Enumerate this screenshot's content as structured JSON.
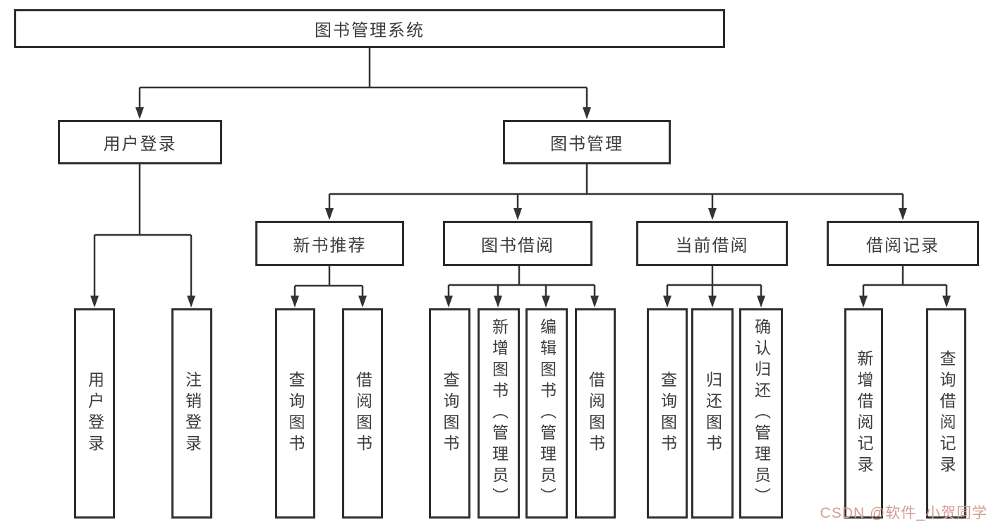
{
  "tree": {
    "label": "图书管理系统",
    "children": [
      {
        "label": "用户登录",
        "children": [
          {
            "label": "用户登录"
          },
          {
            "label": "注销登录"
          }
        ]
      },
      {
        "label": "图书管理",
        "children": [
          {
            "label": "新书推荐",
            "children": [
              {
                "label": "查询图书"
              },
              {
                "label": "借阅图书"
              }
            ]
          },
          {
            "label": "图书借阅",
            "children": [
              {
                "label": "查询图书"
              },
              {
                "label": "新增图书（管理员）"
              },
              {
                "label": "编辑图书（管理员）"
              },
              {
                "label": "借阅图书"
              }
            ]
          },
          {
            "label": "当前借阅",
            "children": [
              {
                "label": "查询图书"
              },
              {
                "label": "归还图书"
              },
              {
                "label": "确认归还（管理员）"
              }
            ]
          },
          {
            "label": "借阅记录",
            "children": [
              {
                "label": "新增借阅记录"
              },
              {
                "label": "查询借阅记录"
              }
            ]
          }
        ]
      }
    ]
  },
  "watermark": {
    "text": "CSDN @软件_小贺同学"
  },
  "colors": {
    "line": "#333333",
    "box_border": "#2e2e2e",
    "text": "#3c3c3c",
    "background": "#ffffff",
    "watermark": "#d49c94"
  }
}
